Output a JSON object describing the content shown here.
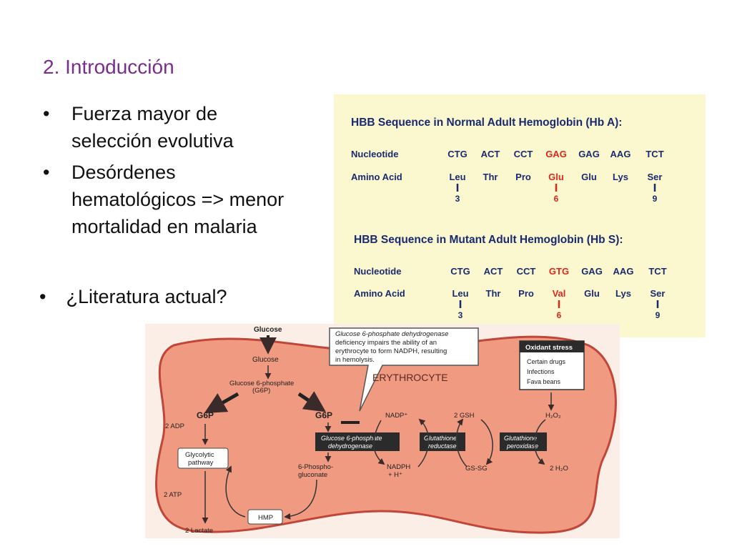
{
  "slide": {
    "title": "2. Introducción",
    "bullets": [
      "Fuerza mayor de selección evolutiva",
      "Desórdenes hematológicos => menor mortalidad en malaria"
    ],
    "bullet_last": "¿Literatura actual?"
  },
  "hbb": {
    "normal": {
      "title": "HBB Sequence in Normal Adult Hemoglobin (Hb A):",
      "nucleotide_label": "Nucleotide",
      "amino_label": "Amino Acid",
      "codons": [
        "CTG",
        "ACT",
        "CCT",
        "GAG",
        "GAG",
        "AAG",
        "TCT"
      ],
      "aminos": [
        "Leu",
        "Thr",
        "Pro",
        "Glu",
        "Glu",
        "Lys",
        "Ser"
      ],
      "highlight_index": 3,
      "positions": [
        "3",
        "6",
        "9"
      ]
    },
    "mutant": {
      "title": "HBB Sequence in Mutant Adult Hemoglobin (Hb S):",
      "nucleotide_label": "Nucleotide",
      "amino_label": "Amino Acid",
      "codons": [
        "CTG",
        "ACT",
        "CCT",
        "GTG",
        "GAG",
        "AAG",
        "TCT"
      ],
      "aminos": [
        "Leu",
        "Thr",
        "Pro",
        "Val",
        "Glu",
        "Lys",
        "Ser"
      ],
      "highlight_index": 3,
      "positions": [
        "3",
        "6",
        "9"
      ]
    },
    "colors": {
      "title": "#1a2a6e",
      "text": "#1a2a6e",
      "highlight": "#e0261c",
      "panel": "#fbf7cf"
    }
  },
  "pathway": {
    "glucose_top": "Glucose",
    "glucose": "Glucose",
    "g6p_line1": "Glucose 6-phosphate",
    "g6p_line2": "(G6P)",
    "g6p_left": "G6P",
    "g6p_right": "G6P",
    "callout": [
      "Glucose 6-phosphate dehydrogenase",
      "deficiency impairs the ability of an",
      "erythrocyte to form NADPH, resulting",
      "in hemolysis."
    ],
    "erythrocyte": "ERYTHROCYTE",
    "oxidant_title": "Oxidant stress",
    "oxidant_items": [
      "Certain drugs",
      "Infections",
      "Fava beans"
    ],
    "adp": "2 ADP",
    "atp": "2 ATP",
    "lactate": "2 Lactate",
    "glycolytic": [
      "Glycolytic",
      "pathway"
    ],
    "hmp": "HMP",
    "nadp": "NADP⁺",
    "g6pd_enzyme": [
      "Glucose 6-phosphate",
      "dehydrogenase"
    ],
    "phosphogluconate": [
      "6-Phospho-",
      "gluconate"
    ],
    "nadph": [
      "NADPH",
      "+ H⁺"
    ],
    "gsh": "2 GSH",
    "gr_enzyme": [
      "Glutathione",
      "reductase"
    ],
    "gssg": "GS-SG",
    "gp_enzyme": [
      "Glutathione",
      "peroxidase"
    ],
    "h2o2": "H₂O₂",
    "h2o": "2 H₂O",
    "colors": {
      "cell": "#f19a82",
      "cell_edge": "#c0463a",
      "enzyme_box": "#2b2b2b",
      "panel": "#fbeee6"
    }
  }
}
